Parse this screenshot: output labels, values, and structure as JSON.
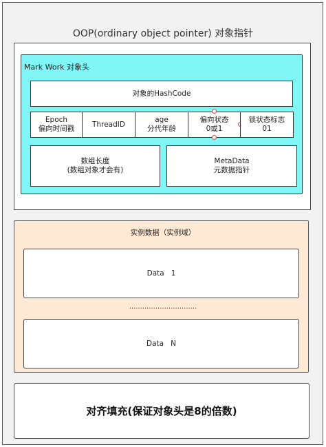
{
  "title": "OOP(ordinary object pointer)  对象指针",
  "mark_word": {
    "label": "Mark Work 对象头",
    "hashcode": "对象的HashCode",
    "epoch": {
      "line1": "Epoch",
      "line2": "偏向时间戳"
    },
    "thread_id": "ThreadID",
    "age": {
      "line1": "age",
      "line2": "分代年龄"
    },
    "biased": {
      "line1": "偏向状态",
      "line2": "0或1"
    },
    "lock": {
      "line1": "锁状态标志",
      "line2": "01"
    },
    "array_length": {
      "line1": "数组长度",
      "line2": "(数组对象才会有)"
    },
    "metadata": {
      "line1": "MetaData",
      "line2": "元数据指针"
    }
  },
  "instance_data": {
    "label": "实例数据（实例域）",
    "data_1": "Data   1",
    "ellipsis": "...............................",
    "data_n": "Data   N"
  },
  "padding": "对齐填充(保证对象头是8的倍数)"
}
